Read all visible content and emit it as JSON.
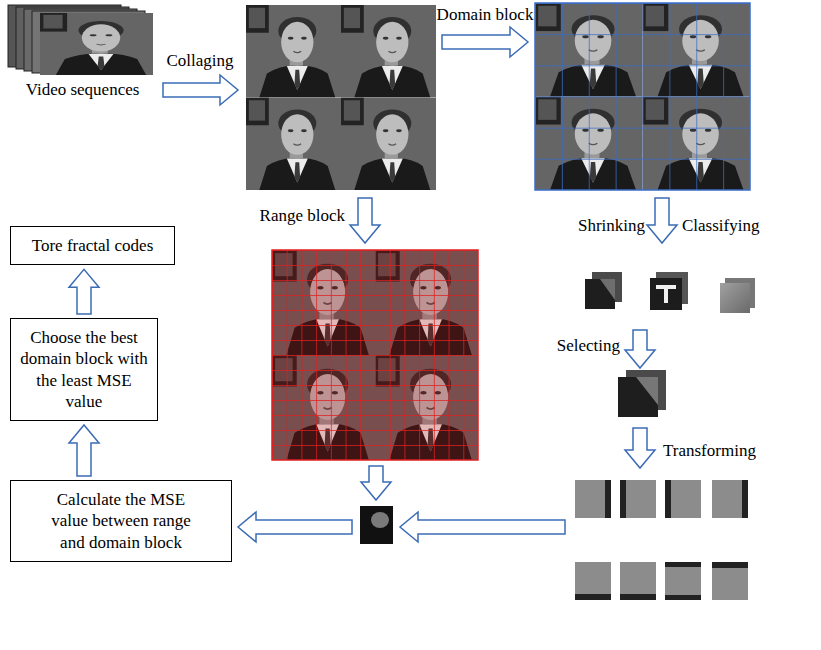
{
  "diagram": {
    "nodes": [
      {
        "text": [
          "Video sequences"
        ]
      },
      {
        "text": [
          "Tore fractal codes"
        ]
      },
      {
        "text": [
          "Choose the best domain block with the least MSE value"
        ]
      },
      {
        "text": [
          "Calculate the MSE value between range and domain block"
        ]
      }
    ],
    "edges": [
      {
        "from": 3,
        "to": 2,
        "arrow": "to"
      },
      {
        "from": 2,
        "to": 1,
        "arrow": "to"
      }
    ],
    "labels": [
      "Collaging",
      "Domain block",
      "Range block",
      "Shrinking",
      "Classifying",
      "Selecting",
      "Transforming"
    ]
  }
}
